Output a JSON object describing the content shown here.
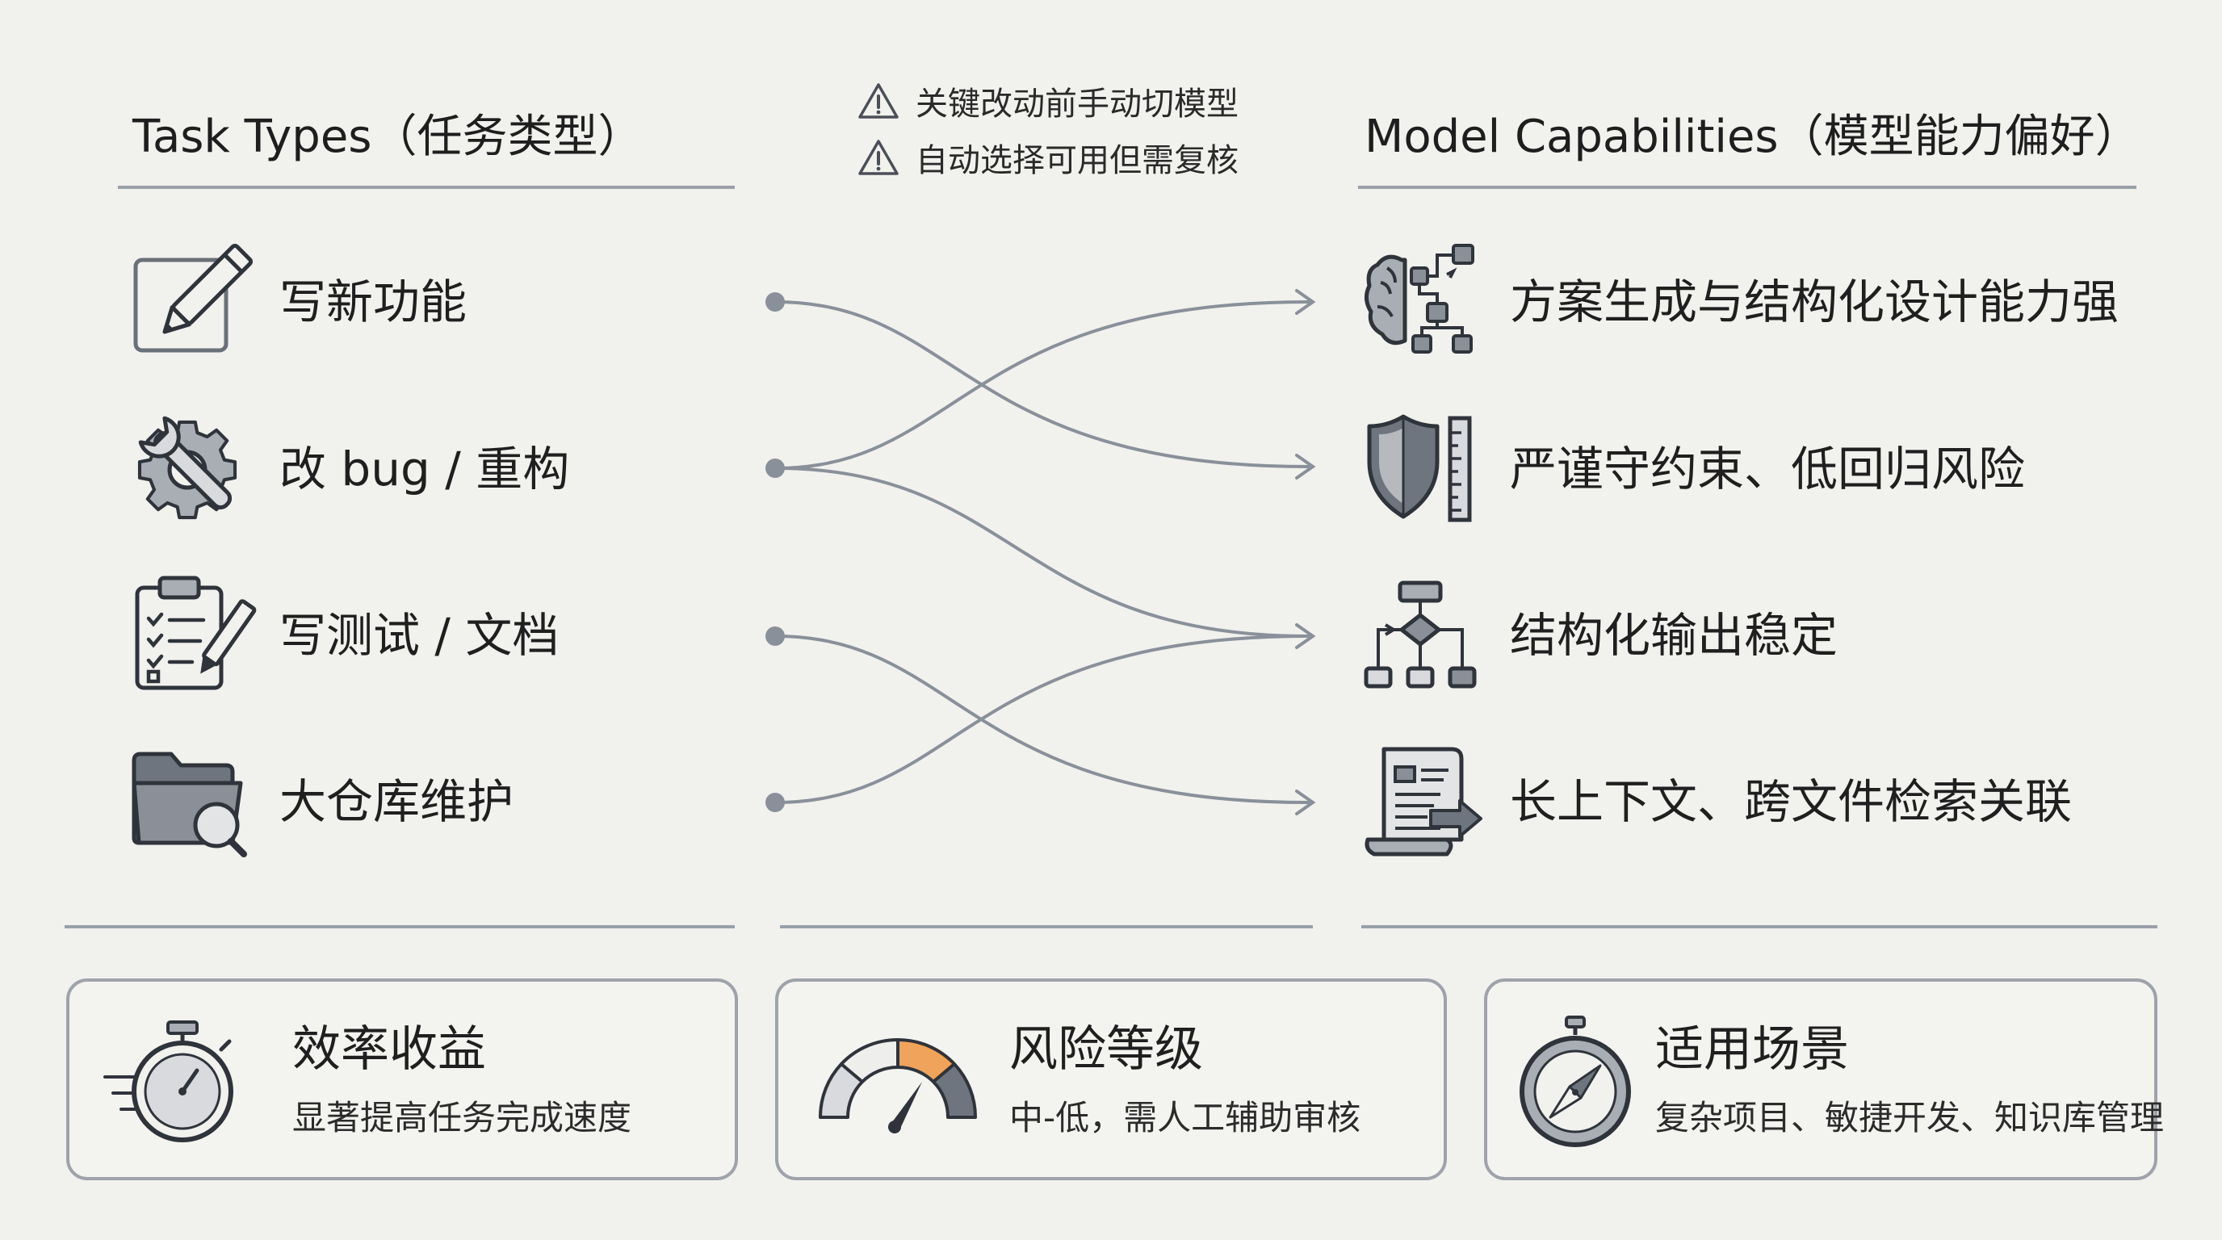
{
  "left_column": {
    "title": "Task Types（任务类型）",
    "items": [
      {
        "label": "写新功能",
        "icon": "pencil-edit-icon"
      },
      {
        "label": "改 bug / 重构",
        "icon": "gear-wrench-icon"
      },
      {
        "label": "写测试 / 文档",
        "icon": "clipboard-checklist-icon"
      },
      {
        "label": "大仓库维护",
        "icon": "folder-search-icon"
      }
    ]
  },
  "right_column": {
    "title": "Model Capabilities（模型能力偏好）",
    "items": [
      {
        "label": "方案生成与结构化设计能力强",
        "icon": "brain-flowchart-icon"
      },
      {
        "label": "严谨守约束、低回归风险",
        "icon": "shield-ruler-icon"
      },
      {
        "label": "结构化输出稳定",
        "icon": "flowchart-icon"
      },
      {
        "label": "长上下文、跨文件检索关联",
        "icon": "document-scroll-arrow-icon"
      }
    ]
  },
  "warnings": [
    {
      "text": "关键改动前手动切模型",
      "icon": "warning-icon"
    },
    {
      "text": "自动选择可用但需复核",
      "icon": "warning-icon"
    }
  ],
  "connections": [
    {
      "from": "写新功能",
      "to": "严谨守约束、低回归风险"
    },
    {
      "from": "改 bug / 重构",
      "to": "方案生成与结构化设计能力强"
    },
    {
      "from": "改 bug / 重构",
      "to": "结构化输出稳定"
    },
    {
      "from": "写测试 / 文档",
      "to": "长上下文、跨文件检索关联"
    },
    {
      "from": "大仓库维护",
      "to": "结构化输出稳定"
    }
  ],
  "cards": [
    {
      "title": "效率收益",
      "subtitle": "显著提高任务完成速度",
      "icon": "stopwatch-icon"
    },
    {
      "title": "风险等级",
      "subtitle": "中-低，需人工辅助审核",
      "icon": "gauge-icon"
    },
    {
      "title": "适用场景",
      "subtitle": "复杂项目、敏捷开发、知识库管理",
      "icon": "compass-icon"
    }
  ],
  "colors": {
    "background": "#f1f1ee",
    "line": "#8a9099",
    "icon_stroke": "#3a3f47",
    "icon_fill": "#a9aeb5",
    "gauge_accent": "#f0a35a"
  }
}
